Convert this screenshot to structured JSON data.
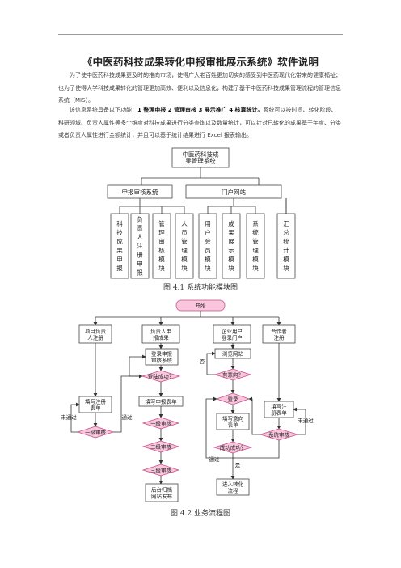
{
  "doc": {
    "title": "《中医药科技成果转化申报审批展示系统》软件说明",
    "para1": "为了使中医药科技成果更及时的推向市场，使得广大老百姓更加切实的感受到中医药现代化带来的健康福祉；也为了使得大学科技成果转化的管理更加高效、便利以及信息化，构建了基于中医药科技成果管理流程的管理信息系统（MIS）。",
    "para2_lead": "该信息系统具备以下功能：",
    "para2_bold": "1 整理申报 2 管理审核 3 展示推广 4 核算统计。",
    "para2_rest": "系统可以按时间、转化阶段、科研领域、负责人属性等多个维度对科技成果进行分类查询以及数量统计，可以针对已转化的成果基于年度、分类或者负责人属性进行金额统计，并且可以基于统计结果进行 Excel 报表输出。",
    "fig1_caption": "图 4.1 系统功能模块图",
    "fig2_caption": "图 4.2 业务流程图"
  },
  "fig1": {
    "root": [
      "中医药科技成",
      "果管理系统"
    ],
    "left_group": "申报审核系统",
    "right_group": "门户网站",
    "leaves": [
      [
        "科",
        "技",
        "成",
        "果",
        "申",
        "报"
      ],
      [
        "负",
        "责",
        "人",
        "注",
        "册",
        "申",
        "报"
      ],
      [
        "管",
        "理",
        "审",
        "核",
        "模",
        "块"
      ],
      [
        "人",
        "员",
        "管",
        "理",
        "模",
        "块"
      ],
      [
        "用",
        "户",
        "会",
        "员",
        "模",
        "块"
      ],
      [
        "成",
        "果",
        "展",
        "示",
        "模",
        "块"
      ],
      [
        "系",
        "统",
        "管",
        "理",
        "模",
        "块"
      ],
      [
        "汇",
        "总",
        "统",
        "计",
        "模",
        "块"
      ]
    ]
  },
  "fig2": {
    "start": "开始",
    "col_a": [
      "项目负责",
      "人注册"
    ],
    "col_b": [
      "负责人申",
      "报成果"
    ],
    "col_c": [
      "企业用户",
      "登录门户"
    ],
    "col_d": [
      "合作者",
      "注册"
    ],
    "login_system": [
      "登录申报",
      "审核系统"
    ],
    "login_ok": "登陆成功？",
    "fill_register": [
      "填写注册",
      "表单"
    ],
    "fill_apply": "填写申报表单",
    "fail1": "未通过",
    "pass1": "通过",
    "audit_register": "一级审核",
    "audit1": "一级审核",
    "audit2": "二级审核",
    "audit3": "三级审核",
    "publish": [
      "后台归档",
      "网站发布"
    ],
    "browse": "浏览网站",
    "interest": "有意向？",
    "no": "否",
    "yes": "是",
    "login": "登录",
    "fill_intent": [
      "填写意向",
      "表单"
    ],
    "success": "成功成功？",
    "pass2": "通过",
    "enter": [
      "进入转化",
      "流程"
    ],
    "fill_reg2": [
      "填写注",
      "册表单"
    ],
    "fail2": "未通过",
    "system_audit": "系统审核"
  },
  "colors": {
    "pink": "#f9c6dd",
    "pink_stroke": "#c44d86",
    "box_stroke": "#444444",
    "line": "#333333"
  }
}
